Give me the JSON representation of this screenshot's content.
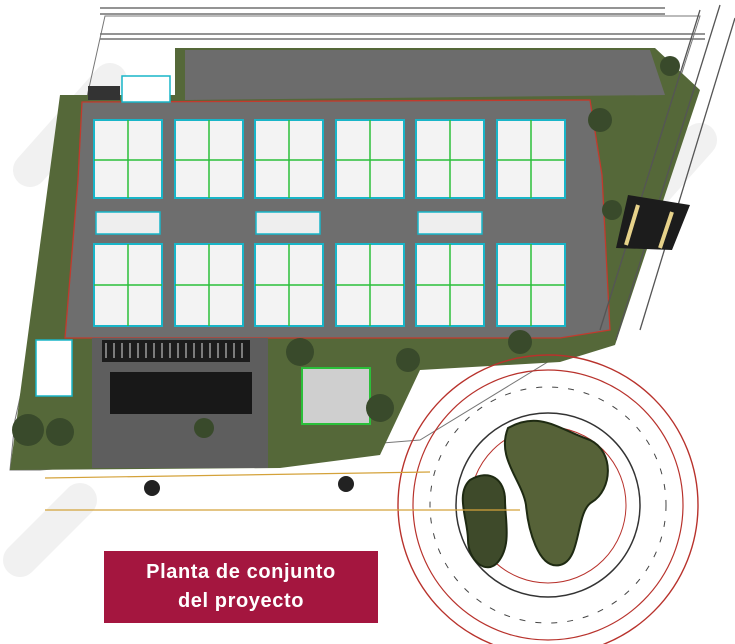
{
  "caption": {
    "line1": "Planta de conjunto",
    "line2": "del proyecto"
  },
  "colors": {
    "caption_bg": "#a4163f",
    "caption_text": "#ffffff",
    "asphalt": "#6f6f6f",
    "green_area": "#5b6b3f",
    "outline_red": "#b8322c",
    "warehouse_cyan": "#18b7c9",
    "warehouse_green": "#2bbf3a"
  },
  "icons": [
    "roundabout",
    "tree",
    "parking-lot",
    "warehouse-module",
    "road"
  ]
}
